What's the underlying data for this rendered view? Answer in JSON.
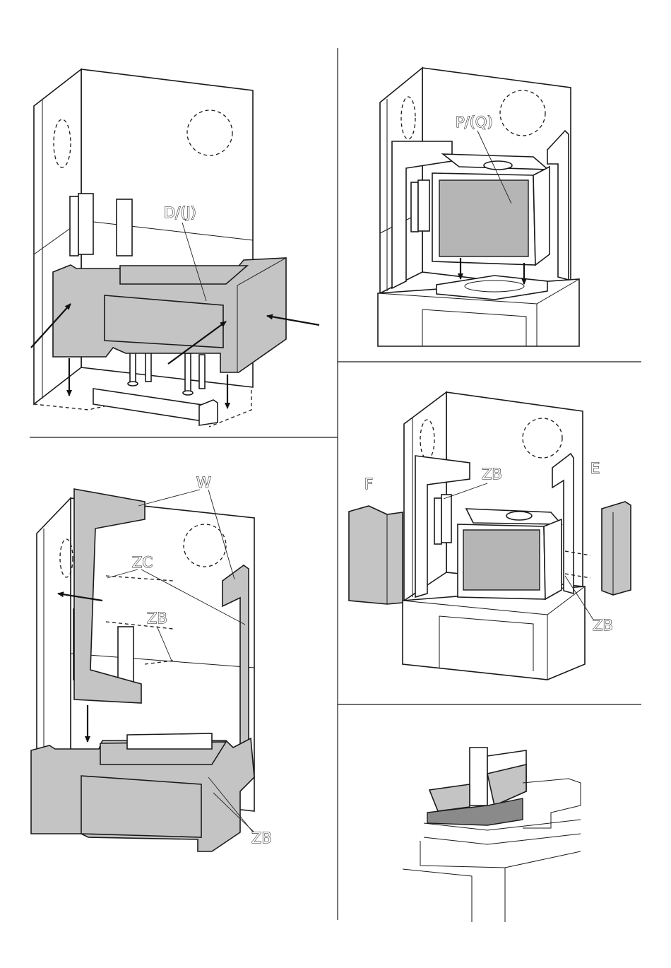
{
  "labels": {
    "step1_part": "D/(J)",
    "step2_part": "P/(Q)",
    "step3_top": "W",
    "step3_zc": "ZC",
    "step3_zb_upper": "ZB",
    "step3_zb_lower": "ZB",
    "step4_left_panel": "F",
    "step4_right_panel": "E",
    "step4_zb_top": "ZB",
    "step4_zb_right": "ZB"
  },
  "colors": {
    "line": "#1a1a1a",
    "panel_grey": "#c4c4c4",
    "glass_grey": "#b5b5b5",
    "background": "#ffffff"
  }
}
